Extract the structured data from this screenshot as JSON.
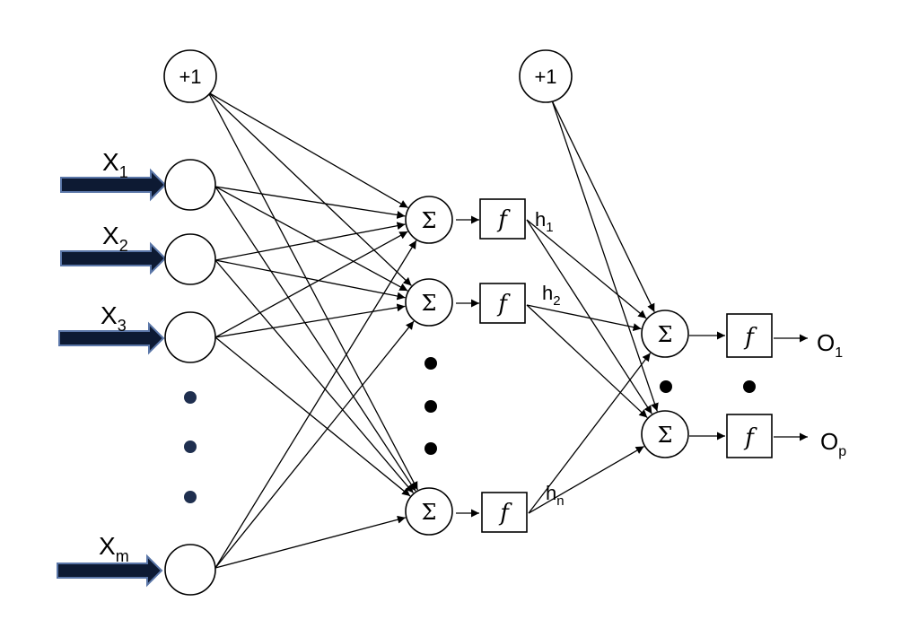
{
  "inputs": [
    {
      "base": "X",
      "sub": "1"
    },
    {
      "base": "X",
      "sub": "2"
    },
    {
      "base": "X",
      "sub": "3"
    },
    {
      "base": "X",
      "sub": "m"
    }
  ],
  "bias_label": "+1",
  "sum_symbol": "Σ",
  "activation_symbol": "f",
  "hidden_outputs": [
    {
      "base": "h",
      "sub": "1"
    },
    {
      "base": "h",
      "sub": "2"
    },
    {
      "base": "h",
      "sub": "n"
    }
  ],
  "outputs": [
    {
      "base": "O",
      "sub": "1"
    },
    {
      "base": "O",
      "sub": "p"
    }
  ],
  "colors": {
    "input_arrow": "#0d1a33",
    "input_arrow_border": "#5a76a8"
  }
}
